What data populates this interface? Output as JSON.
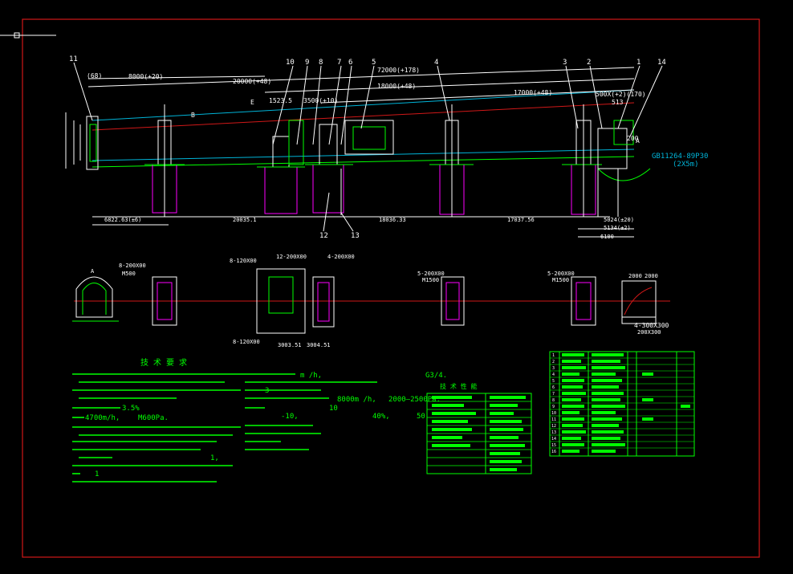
{
  "colors": {
    "background": "#000000",
    "frame": "#d01818",
    "dim": "#ffffff",
    "part": "#00ff00",
    "conveyor_axis": "#00b4d8",
    "note_text": "#00ff00"
  },
  "part_numbers": [
    "11",
    "10",
    "9",
    "8",
    "7",
    "6",
    "5",
    "4",
    "3",
    "2",
    "1",
    "14",
    "12",
    "13"
  ],
  "top_dimensions": [
    "(68)",
    "8000(+20)",
    "20000(+48)",
    "72000(+178)",
    "18000(+48)",
    "17000(+48)",
    "500X(+2)(170)",
    "1523.5",
    "3500(+10)",
    "513",
    "200",
    "A",
    "B",
    "E"
  ],
  "bottom_dimensions": [
    "6822.63(±6)",
    "20035.1",
    "18036.33",
    "17037.56",
    "5024(±20)",
    "5134(±2)",
    "6100"
  ],
  "callout_text": {
    "gb_note_1": "GB11264-89P30",
    "gb_note_2": "(2X5m)"
  },
  "detail_labels": {
    "view_a": "A",
    "d1_1": "8-200X00",
    "d1_2": "M500",
    "d3_1": "5-200X00",
    "d3_2": "M1500",
    "d4_1": "5-200X00",
    "d4_2": "M1500",
    "d5_1": "4-300X300",
    "d5_2": "200X300",
    "d5_3": "2000",
    "d5_4": "2000",
    "d2_1": "8-120X00",
    "d2_2": "12-200X00",
    "d2_3": "4-200X00",
    "d2_4": "8-120X00",
    "d2_5": "3003.51",
    "d2_6": "3004.51"
  },
  "tech_requirements_title": "技 术 要 求",
  "tech_fragments": {
    "rate": "m /h,",
    "g": "G3/4.",
    "flow": "4700m/h,",
    "pressure": "M600Pa.",
    "slope": "3.5%",
    "eight": "8000m /h,",
    "range": "2000—2500Pa.",
    "ten": "10",
    "minus": "-10,",
    "forty": "40%,",
    "fifty": "50",
    "three": "3",
    "one_a": "1,",
    "one_b": "1"
  },
  "spec_table_title": "技 术 性 能",
  "bom_marks": [
    "1",
    "2",
    "3",
    "4",
    "5",
    "6",
    "7",
    "8",
    "9",
    "10",
    "11",
    "12",
    "13",
    "14",
    "15",
    "16"
  ]
}
